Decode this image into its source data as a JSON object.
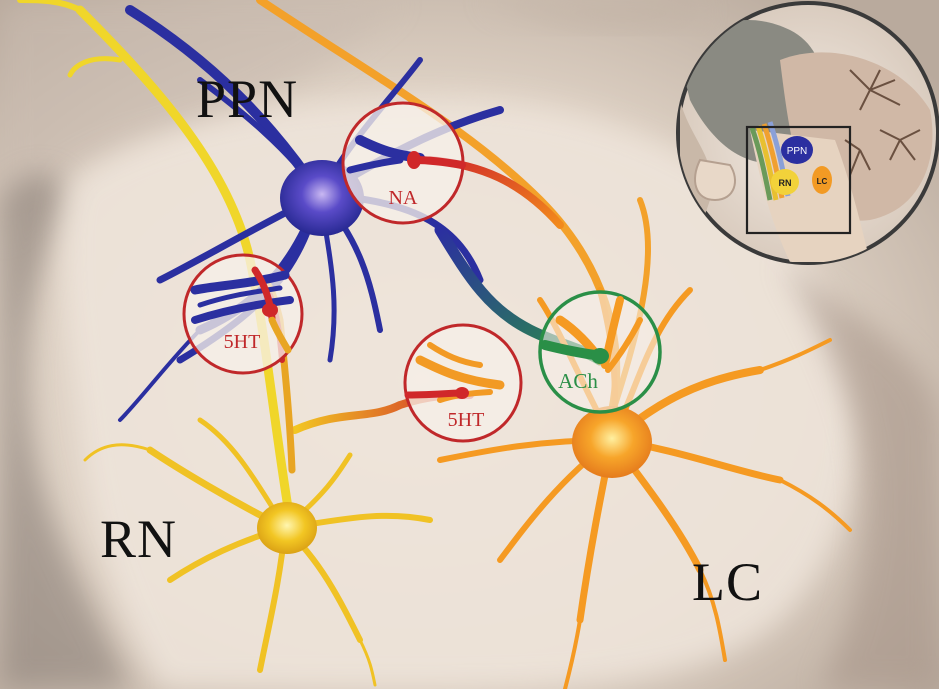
{
  "labels": {
    "ppn": "PPN",
    "rn": "RN",
    "lc": "LC"
  },
  "synapses": {
    "na": "NA",
    "five_ht_left": "5HT",
    "five_ht_center": "5HT",
    "ach": "ACh"
  },
  "inset": {
    "ppn": "PPN",
    "rn": "RN",
    "lc": "LC"
  },
  "colors": {
    "ppn": "#2b2fa0",
    "rn": "#f2c623",
    "lc": "#f28a1c",
    "synapse_red": "#c0282a",
    "ach_green": "#2a8f47"
  }
}
